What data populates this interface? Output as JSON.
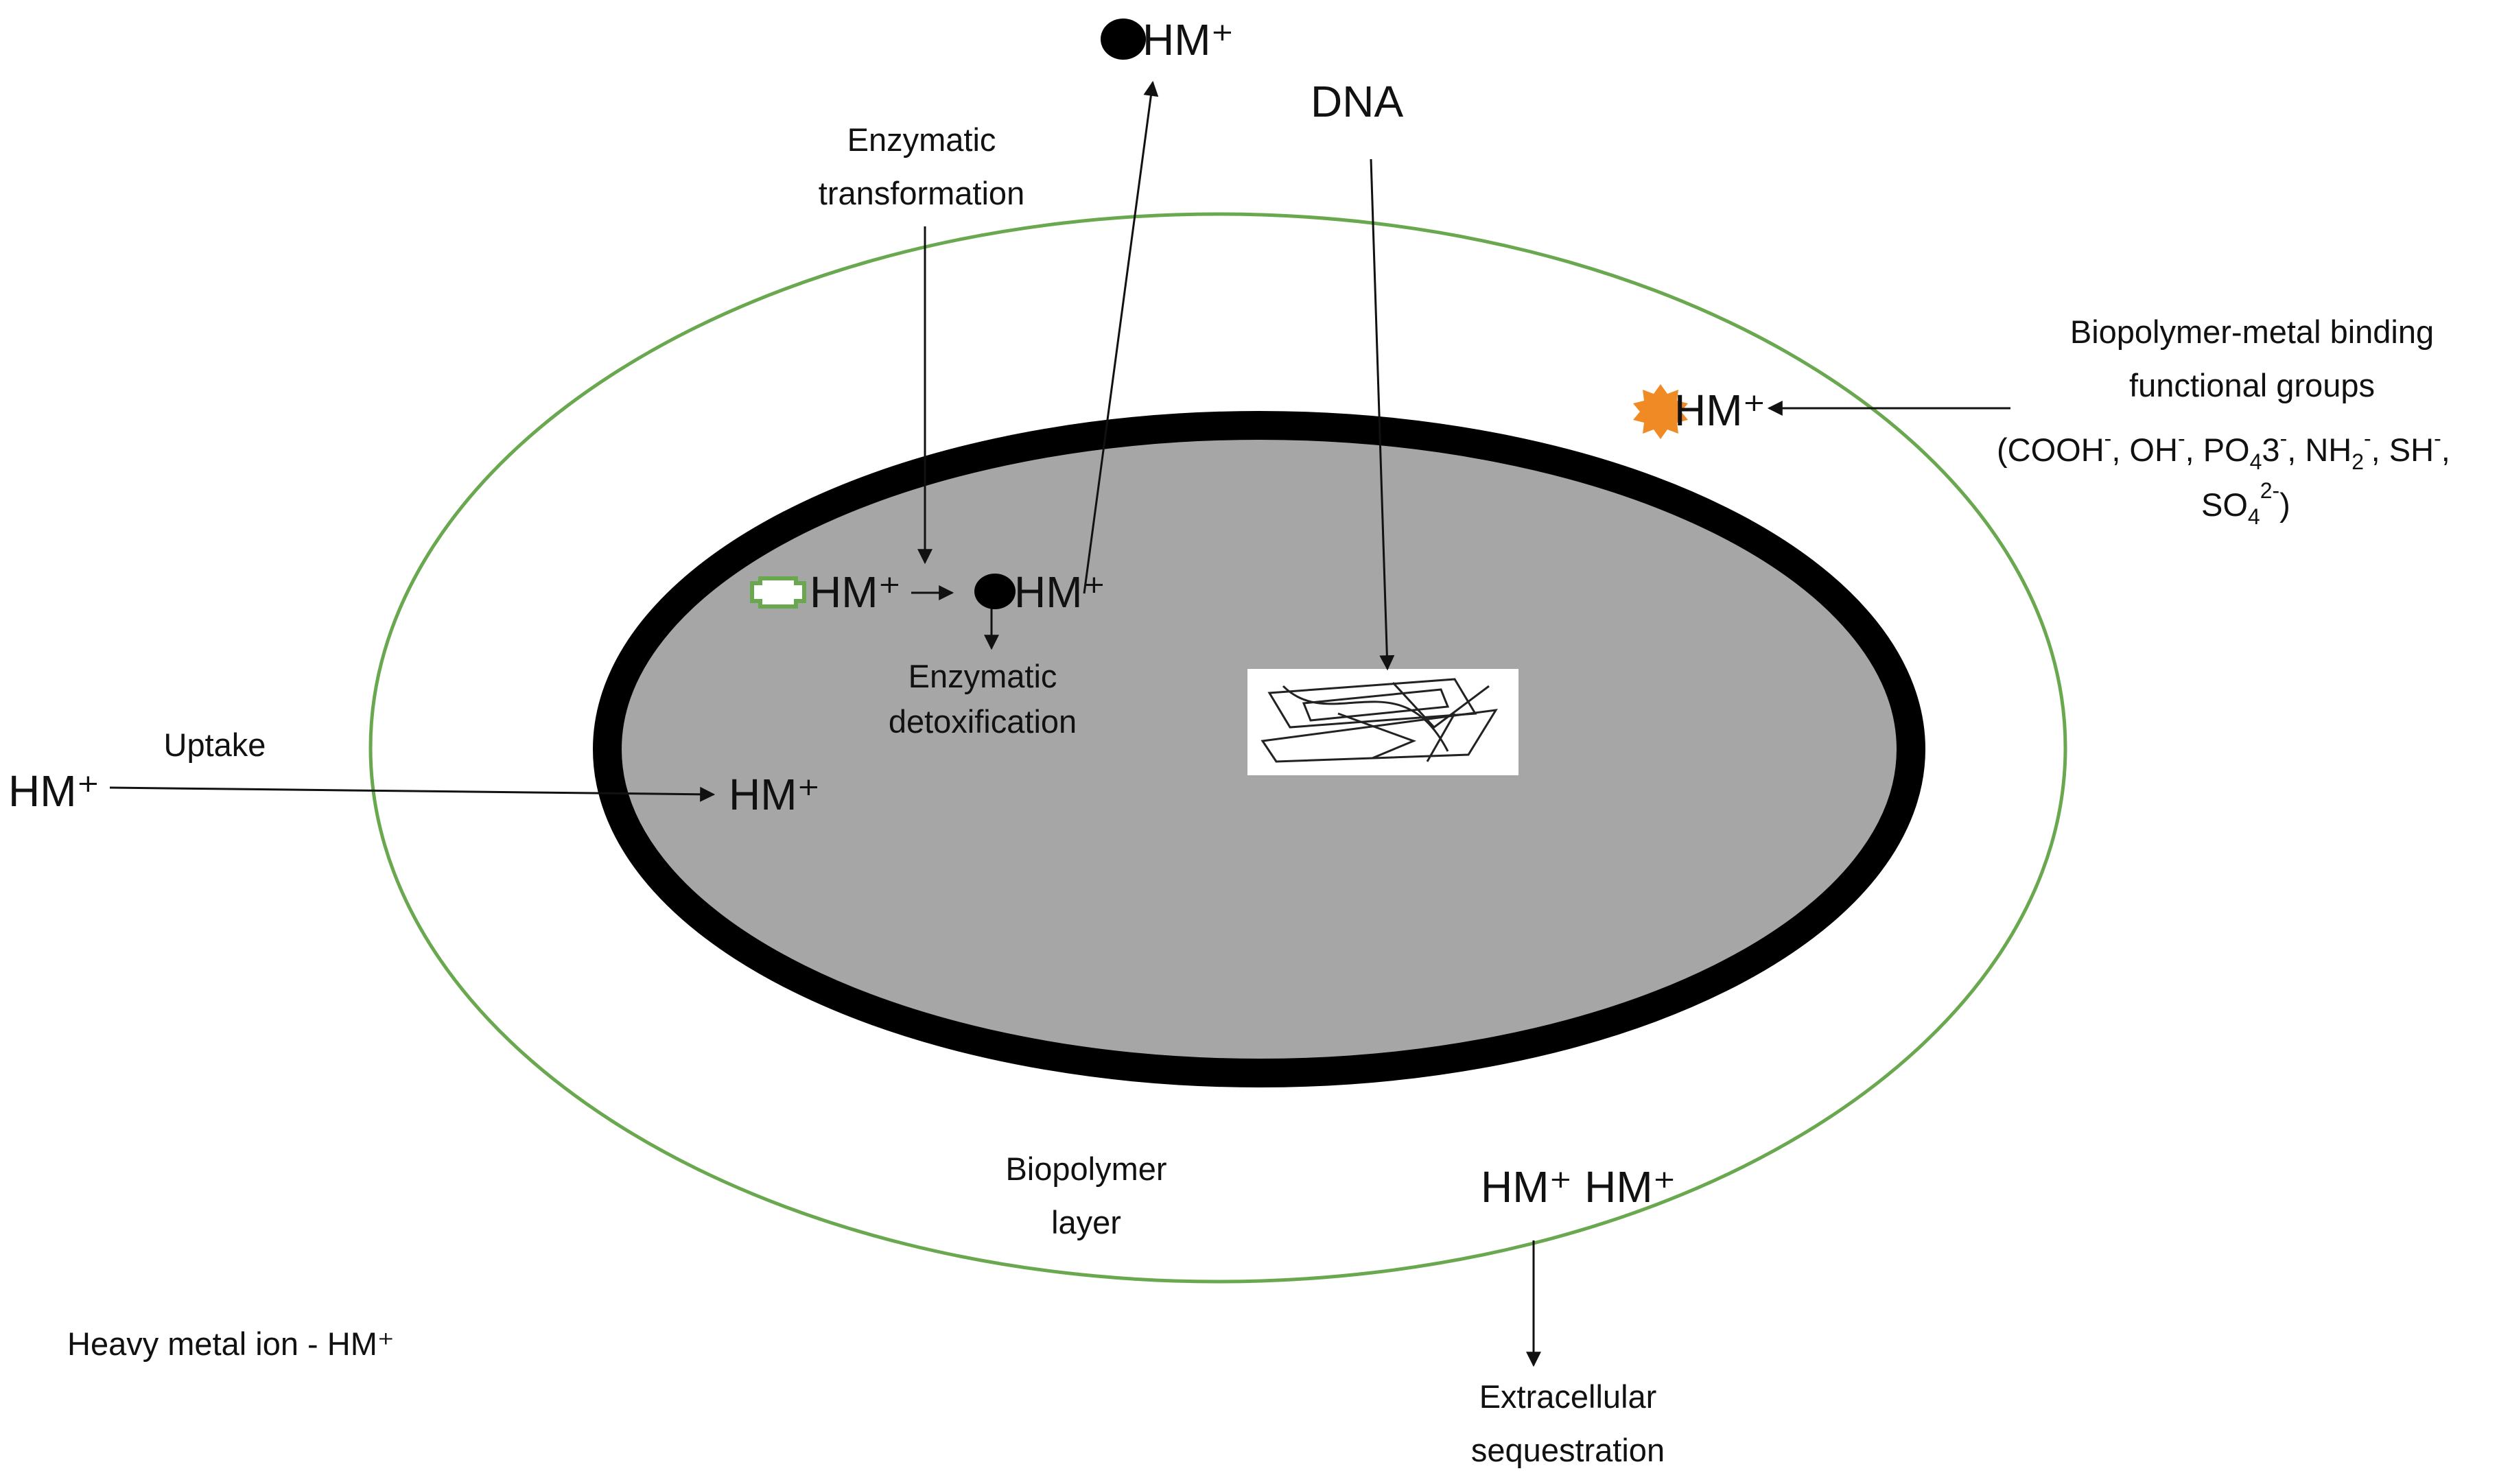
{
  "colors": {
    "outer_layer": "#6aa84f",
    "cell_fill": "#a6a6a6",
    "cell_wall": "#000000",
    "binding_star": "#f08a24",
    "enzyme_outline": "#6aa84f",
    "arrow": "#111111"
  },
  "labels": {
    "hm_exported": "HM⁺",
    "dna": "DNA",
    "enzymatic_transformation_1": "Enzymatic",
    "enzymatic_transformation_2": "transformation",
    "binding_1": "Biopolymer-metal  binding",
    "binding_2": "functional groups",
    "binding_3a": "(COOH",
    "binding_3b": ", OH",
    "binding_3c": ", PO",
    "binding_3d": "4",
    "binding_3e": "3",
    "binding_3f": ", NH",
    "binding_3g": "2",
    "binding_3h": ", SH",
    "binding_3i": ",",
    "binding_4a": "SO",
    "binding_4b": "4",
    "binding_4c": "2-",
    "binding_4d": ")",
    "sup_minus": "-",
    "hm_bound": "HM⁺",
    "hm_enzyme_in": "HM⁺",
    "hm_enzyme_out": "HM⁺",
    "enzymatic_detox_1": "Enzymatic",
    "enzymatic_detox_2": "detoxification",
    "uptake": "Uptake",
    "hm_outside": "HM⁺",
    "hm_inside": "HM⁺",
    "biopolymer_layer_1": "Biopolymer",
    "biopolymer_layer_2": "layer",
    "hm_pair": "HM⁺ HM⁺",
    "extracellular_1": "Extracellular",
    "extracellular_2": "sequestration",
    "legend": "Heavy metal ion - HM⁺"
  }
}
